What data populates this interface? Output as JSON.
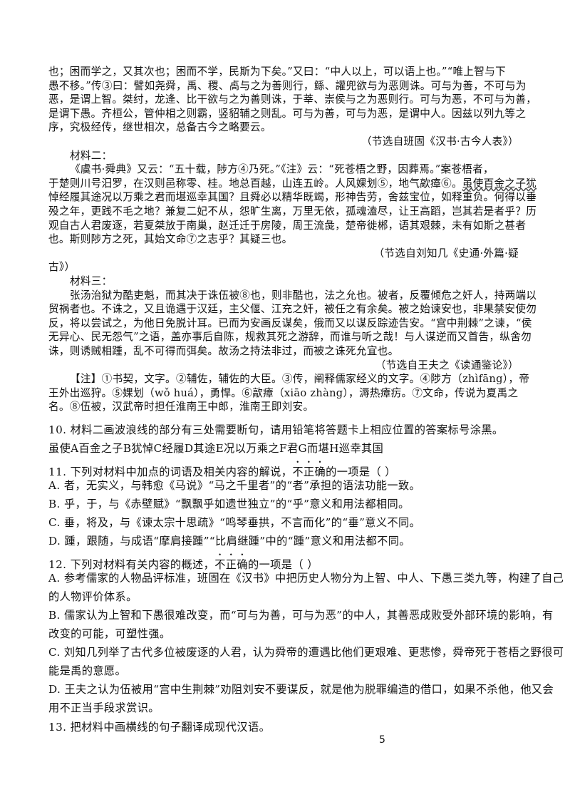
{
  "material1_tail": [
    "也；困而学之，又其次也；困而不学，民斯为下矣。”又曰：“中人以上，可以语上也。”“唯上智与下",
    "愚不移。”传③曰：譬如尧舜，禹、稷、卨与之为善则行，鲧、讙兜欲与为恶则诛。可与为善，不可与为",
    "恶，是谓上智。桀纣，龙逄、比干欲与之为善则诛，于莘、崇侯与之为恶则行。可与为恶，不可与为善，",
    "是谓下愚。齐桓公，管仲相之则霸，竖貂辅之则乱。可与为善，可与为恶，是谓中人。因兹以列九等之",
    "序，究极经传，继世相次，总备古今之略要云。"
  ],
  "material1_source": "（节选自班固《汉书·古今人表》）",
  "material2_title": "材料二：",
  "material2": [
    "《虞书·舜典》又云：“五十载，陟方④乃死。”《注》云：“死苍梧之野，因葬焉。”案苍梧者，",
    "于楚则川号汨罗，在汉则邑称零、桂。地总百越，山连五岭。人风婐划⑤，地气歊瘴⑥。",
    "悼经履其途况以万乘之君而堪巡幸其国？且舜必以精华既竭，形神告劳，舍兹宝位，如释重负。何得以垂",
    "殁之年，更践不毛之地？兼复二妃不从，怨旷生离，万里无依，孤魂溘尽，让王高蹈，岂其若是者乎？历",
    "观自古人君废逐，若夏桀放于南巢，赵迁迁于房陵，周王流彘，楚帝徙郴，语其艰棘，未有如斯之甚者",
    "也。斯则陟方之死，其始文命⑦之志乎？其疑三也。"
  ],
  "material2_l2_underline": "虽使百金之子犹",
  "material2_source_a": "（节选自刘知几《史通·外篇·疑",
  "material2_source_b": "古》）",
  "material3_title": "材料三：",
  "material3": [
    "张汤治狱为酷吏魁，而其决于诛伍被⑧也，则非酷也，法之允也。被者，反覆倾危之奸人，持两端以",
    "贸祸者也。不诛之，又且诡遇于汉廷，主父偃、江充之奸，被任之有余矣。被之始谏安也，非果禁安使勿",
    "反，将以尝试之，为他日免脱计耳。已而为安画反谋矣，俄而又以谋反踪迹告安。“宫中荆棘”之谏，“侯",
    "无异心、民无怨气”之语，盖亦事后自陈，规救其死之游辞，而谁与听之哉！与人谋逆而又首告，纵舍勿",
    "诛，则诱贼相踵，乱不可得而弭矣。故汤之持法非过，而被之诛死允宜也。"
  ],
  "material3_source": "（节选自王夫之《读通鉴论》）",
  "notes": [
    "【注】①书契，文字。②辅佐，辅佐的大臣。③传，阐释儒家经义的文字。④陟方（zhìfāng），帝",
    "王外出巡狩。⑤婐划（wǒ huá），勇悍。⑥歊瘴（xiāo zhàng），溽热瘴疠。⑦文命，传说为夏禹之",
    "名。⑧伍被，汉武帝时担任淮南王中郎，淮南王即刘安。"
  ],
  "q10": "10. 材料二画波浪线的部分有三处需要断句，请用铅笔将答题卡上相应位置的答案标号涂黑。",
  "q10_options": "虽使A百金之子B犹悼C经履D其途E况以万乘之F君G而堪H巡幸其国",
  "q11_a": "11. 下列对材料中加点的词语及相关内容的解说，",
  "q11_emph": "不正确",
  "q11_b": "的一项是（    ）",
  "q11_options": [
    "A. 者，无实义，与韩愈《马说》“马之千里者”的“者”承担的语法功能一致。",
    "B. 乎，于，与《赤壁赋》“飘飘乎如遗世独立”的“乎”意义和用法都相同。",
    "C. 垂，将及，与《谏太宗十思疏》“鸣琴垂拱，不言而化”的“垂”意义不同。",
    "D. 踵，跟随，与成语“摩肩接踵”“比肩继踵”中的“踵”意义和用法都不同。"
  ],
  "q12_a": "12. 下列对材料有关内容的概述，",
  "q12_emph": "不正确",
  "q12_b": "的一项是（    ）",
  "q12_options": [
    "A. 参考儒家的人物品评标准，班固在《汉书》中把历史人物分为上智、中人、下愚三类九等，构建了自己",
    "的人物评价体系。",
    "B. 儒家认为上智和下愚很难改变，而“可与为善，可与为恶”的中人，其善恶成败受外部环境的影响，有",
    "改变的可能，可塑性强。",
    "C. 刘知几列举了古代多位被废逐的人君，认为舜帝的遭遇比他们更艰难、更悲惨，舜帝死于苍梧之野很可",
    "能是禹的意愿。",
    "D. 王夫之认为伍被用“宫中生荆棘”劝阻刘安不要谋反，就是他为脱罪编造的借口，如果不杀他，他又会",
    "用不正当手段求赏识。"
  ],
  "q13": "13. 把材料中画横线的句子翻译成现代汉语。",
  "page_number": "5"
}
